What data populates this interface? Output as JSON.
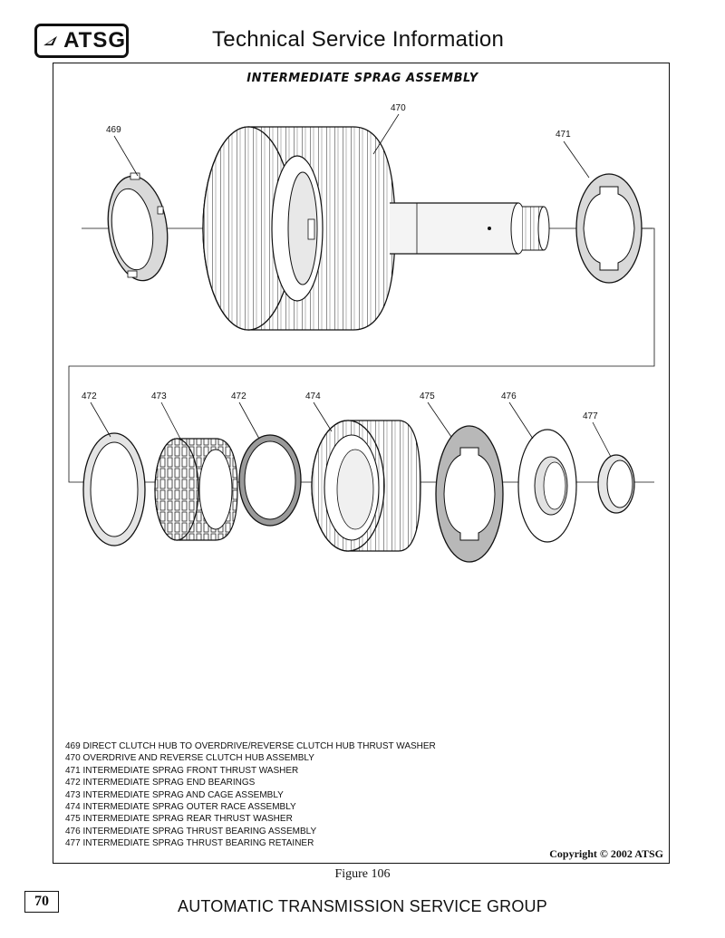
{
  "header": {
    "logo_text": "ATSG",
    "title": "Technical Service Information"
  },
  "diagram": {
    "title": "INTERMEDIATE SPRAG ASSEMBLY",
    "callouts": {
      "p469": "469",
      "p470": "470",
      "p471": "471",
      "p472a": "472",
      "p473": "473",
      "p472b": "472",
      "p474": "474",
      "p475": "475",
      "p476": "476",
      "p477": "477"
    }
  },
  "legend": [
    "469 DIRECT CLUTCH HUB TO OVERDRIVE/REVERSE CLUTCH HUB THRUST WASHER",
    "470 OVERDRIVE AND REVERSE CLUTCH HUB ASSEMBLY",
    "471 INTERMEDIATE SPRAG FRONT THRUST WASHER",
    "472 INTERMEDIATE SPRAG END BEARINGS",
    "473 INTERMEDIATE SPRAG AND CAGE ASSEMBLY",
    "474 INTERMEDIATE SPRAG OUTER RACE ASSEMBLY",
    "475 INTERMEDIATE SPRAG REAR THRUST WASHER",
    "476 INTERMEDIATE SPRAG THRUST BEARING ASSEMBLY",
    "477 INTERMEDIATE SPRAG THRUST BEARING RETAINER"
  ],
  "copyright": "Copyright © 2002 ATSG",
  "figure_caption": "Figure 106",
  "page_number": "70",
  "footer": "AUTOMATIC TRANSMISSION SERVICE GROUP"
}
